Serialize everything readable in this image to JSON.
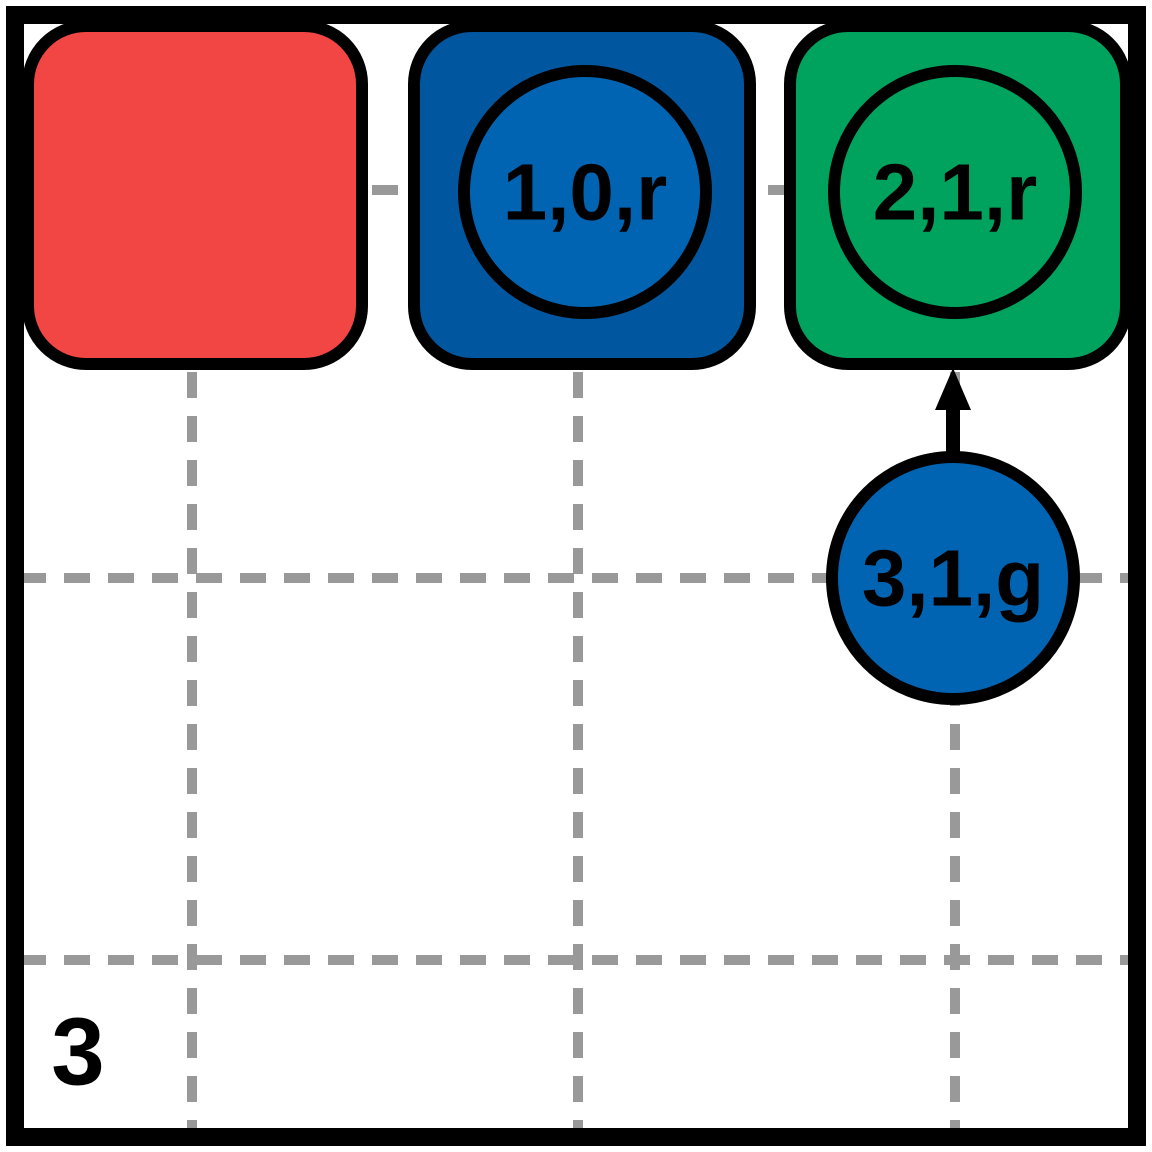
{
  "board": {
    "step_label": "3",
    "colors": {
      "red": "#f14643",
      "blue": "#0064b2",
      "blue_tile": "#01579f",
      "green": "#00a35e",
      "grid": "#999999",
      "frame": "#000000"
    }
  },
  "tiles": [
    {
      "name": "red-tile",
      "color": "#f14643"
    },
    {
      "name": "blue-tile",
      "color": "#01579f"
    },
    {
      "name": "green-tile",
      "color": "#00a35e"
    }
  ],
  "tokens": [
    {
      "name": "token-1-0-r",
      "label": "1,0,r",
      "color": "#0064b2"
    },
    {
      "name": "token-2-1-r",
      "label": "2,1,r",
      "color": "#00a35e"
    },
    {
      "name": "token-3-1-g",
      "label": "3,1,g",
      "color": "#0064b2"
    }
  ]
}
